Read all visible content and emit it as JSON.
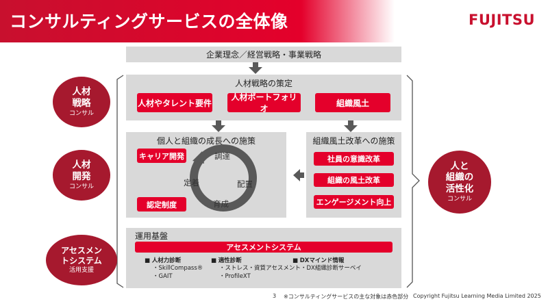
{
  "header": {
    "title": "コンサルティングサービスの全体像",
    "logo": "FUJITSU"
  },
  "top_box": {
    "label": "企業理念／経営戦略・事業戦略"
  },
  "hr_strategy": {
    "title": "人材戦略の策定",
    "buttons": [
      "人材やタレント要件",
      "人材ポートフォリオ",
      "組織風土"
    ]
  },
  "individual": {
    "title": "個人と組織の成長への施策",
    "career": "キャリア開発",
    "certification": "認定制度",
    "cycle": [
      "調達",
      "配置",
      "育成",
      "定着"
    ]
  },
  "culture": {
    "title": "組織風土改革への施策",
    "buttons": [
      "社員の意識改革",
      "組織の風土改革",
      "エンゲージメント向上"
    ]
  },
  "platform": {
    "title": "運用基盤",
    "system": "アセスメントシステム",
    "col1": {
      "head": "人材力診断",
      "items": [
        "・SkillCompass®",
        "・GAIT"
      ]
    },
    "col2": {
      "head": "適性診断",
      "items": [
        "・ストレス・資質アセスメント",
        "・ProfileXT"
      ]
    },
    "col3": {
      "head": "DXマインド情報",
      "items": [
        "・DX組織診断サーベイ"
      ]
    }
  },
  "circles": {
    "c1": {
      "line1": "人材",
      "line2": "戦略",
      "sub": "コンサル"
    },
    "c2": {
      "line1": "人材",
      "line2": "開発",
      "sub": "コンサル"
    },
    "c3": {
      "line1": "アセスメン",
      "line2": "トシステム",
      "sub": "活用支援"
    },
    "c4": {
      "line1": "人と",
      "line2": "組織の",
      "line3": "活性化",
      "sub": "コンサル"
    }
  },
  "footer": {
    "page": "3",
    "note": "※コンサルティングサービスの主な対象は赤色部分",
    "copyright": "Copyright Fujitsu Learning Media Limited 2025"
  },
  "colors": {
    "brand_red": "#e4002b",
    "dark_red": "#a6192e",
    "gray_box": "#d9d9d9",
    "arrow_gray": "#595959"
  }
}
